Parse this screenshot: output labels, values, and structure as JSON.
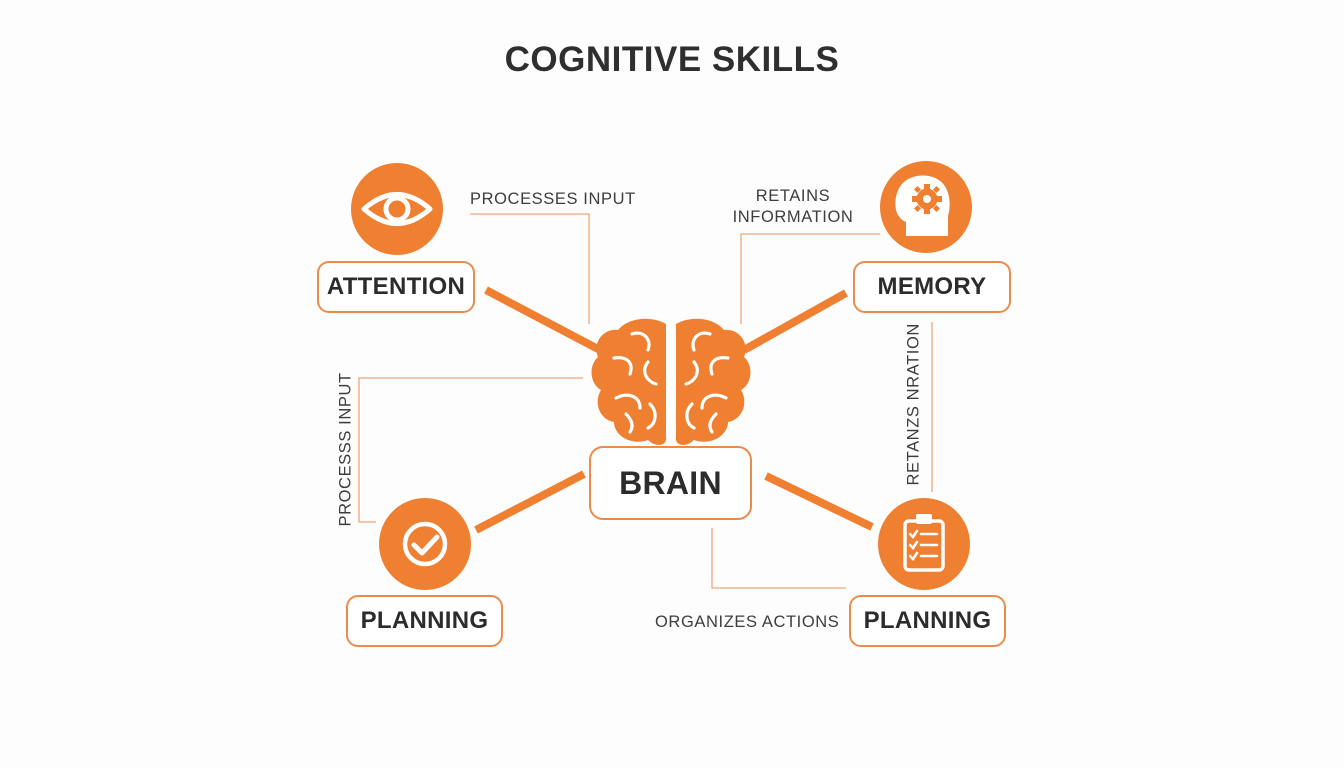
{
  "title": "COGNITIVE SKILLS",
  "colors": {
    "accent": "#ec8a4b",
    "connector": "#ef7f31",
    "text": "#2c2c2c",
    "background": "#fdfdfd"
  },
  "center": {
    "label": "BRAIN",
    "icon": "brain-icon"
  },
  "nodes": [
    {
      "label": "ATTENTION",
      "icon": "eye-icon"
    },
    {
      "label": "MEMORY",
      "icon": "head-gear-icon"
    },
    {
      "label": "PLANNING",
      "icon": "checkmark-icon"
    },
    {
      "label": "PLANNING",
      "icon": "clipboard-checklist-icon"
    }
  ],
  "annotations": {
    "attention": "PROCESSES INPUT",
    "memory_line1": "RETAINS",
    "memory_line2": "INFORMATION",
    "left_vertical": "PROCESSS INPUT",
    "right_vertical": "RETANZS NRATION",
    "bottom": "ORGANIZES ACTIONS"
  }
}
